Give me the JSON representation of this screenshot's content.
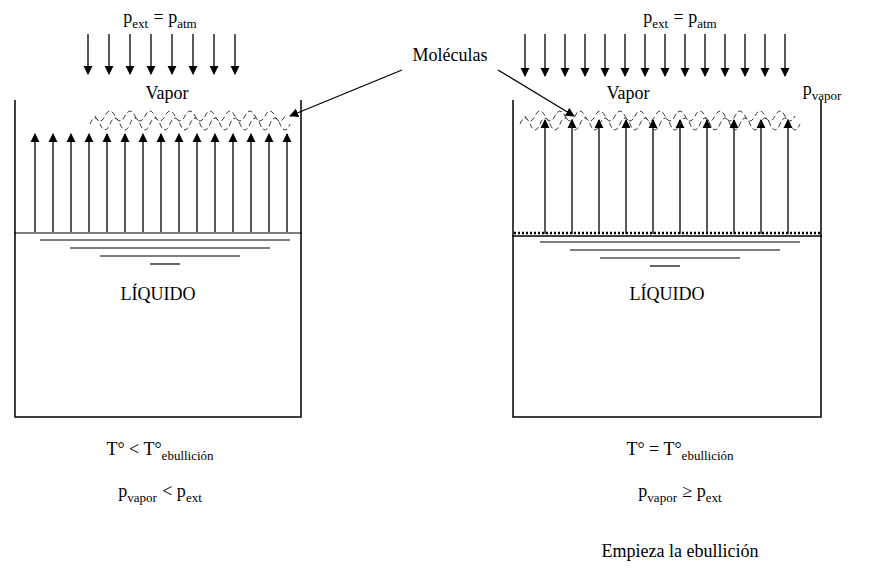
{
  "diagram": {
    "nodes": [
      {
        "text": [
          "LÍQUIDO"
        ]
      },
      {
        "text": [
          "LÍQUIDO"
        ]
      }
    ],
    "labels": [
      "p",
      "ext",
      "= p",
      "atm",
      "p",
      "ext",
      "= p",
      "atm",
      "Moléculas",
      "Vapor",
      "Vapor",
      "p",
      "vapor",
      "T° < T°",
      "ebullición",
      "p",
      "vapor",
      "< p",
      "ext",
      "T° = T°",
      "ebullición",
      "p",
      "vapor",
      "≥ p",
      "ext",
      "Empieza la ebullición"
    ]
  }
}
